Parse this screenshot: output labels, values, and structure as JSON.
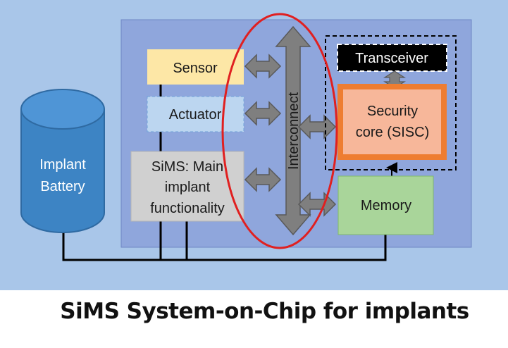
{
  "caption": "SiMS System-on-Chip for implants",
  "battery": {
    "line1": "Implant",
    "line2": "Battery"
  },
  "sensor": "Sensor",
  "actuator": "Actuator",
  "sims_main": {
    "line1": "SiMS: Main",
    "line2": "implant",
    "line3": "functionality"
  },
  "interconnect": "Interconnect",
  "transceiver": "Transceiver",
  "security_core": {
    "line1": "Security",
    "line2": "core (SISC)"
  },
  "memory": "Memory",
  "colors": {
    "background": "#a9c6e9",
    "chip": "#8fa6dc",
    "sensor": "#fde7a6",
    "actuator": "#bcd6f0",
    "sims_main": "#d0d0d0",
    "security_outer": "#ee7d31",
    "security_inner": "#f7b79a",
    "memory": "#a9d59a",
    "battery": "#3d84c4",
    "highlight_ellipse": "#e02020",
    "transceiver": "#000000"
  }
}
